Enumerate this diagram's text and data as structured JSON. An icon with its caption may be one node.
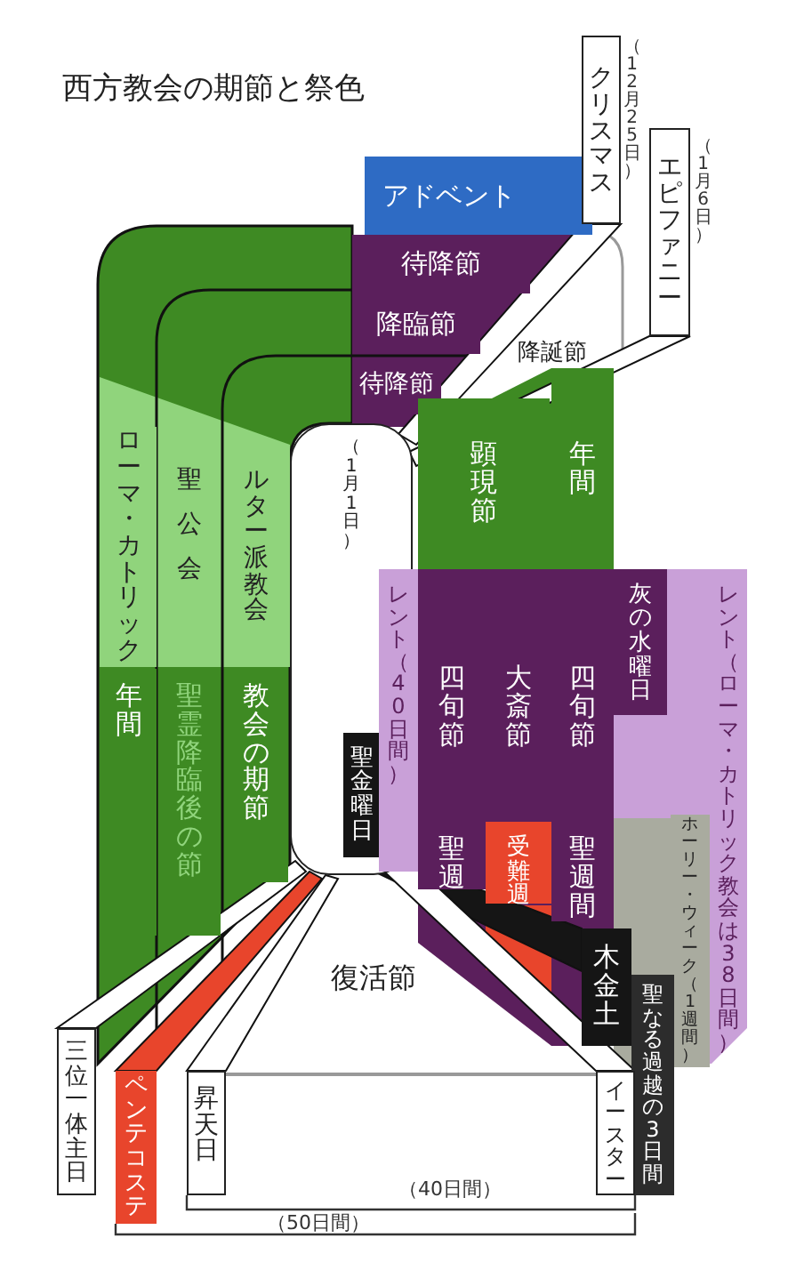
{
  "diagram": {
    "title": "西方教会の期節と祭色",
    "nodes": [
      {
        "text": [
          "アドベント"
        ]
      },
      {
        "text": [
          "待降節"
        ]
      },
      {
        "text": [
          "降臨節"
        ]
      },
      {
        "text": [
          "待降節"
        ]
      },
      {
        "text": [
          "クリスマス"
        ],
        "beside": [
          "（12月25日）"
        ]
      },
      {
        "text": [
          "エピファニー"
        ],
        "beside": [
          "（1月6日）"
        ]
      },
      {
        "text": [
          "（1月1日）"
        ]
      },
      {
        "text": [
          "ローマ・カトリック"
        ]
      },
      {
        "text": [
          "聖公会"
        ]
      },
      {
        "text": [
          "ルター派教会"
        ]
      },
      {
        "text": [
          "年間"
        ]
      },
      {
        "text": [
          "聖霊降臨後の節"
        ]
      },
      {
        "text": [
          "教会の期節"
        ]
      },
      {
        "text": [
          "顕現節"
        ]
      },
      {
        "text": [
          "年間"
        ]
      },
      {
        "text": [
          "レント（40日間）"
        ]
      },
      {
        "text": [
          "四旬節"
        ]
      },
      {
        "text": [
          "大斎節"
        ]
      },
      {
        "text": [
          "四旬節"
        ]
      },
      {
        "text": [
          "灰の水曜日"
        ]
      },
      {
        "text": [
          "レント（ローマ・カトリック教会は38日間）"
        ]
      },
      {
        "text": [
          "聖金曜日"
        ],
        "in": 6
      },
      {
        "text": [
          "聖週"
        ]
      },
      {
        "text": [
          "受難週"
        ]
      },
      {
        "text": [
          "聖週間"
        ]
      },
      {
        "text": [
          "ホーリー・ウィーク（1週間）"
        ]
      },
      {
        "text": [
          "木金土"
        ]
      },
      {
        "text": [
          "聖なる過越の3日間"
        ]
      },
      {
        "text": [
          "復活節"
        ]
      },
      {
        "text": [
          "三位一体主日"
        ]
      },
      {
        "text": [
          "ペンテコステ"
        ]
      },
      {
        "text": [
          "昇天日"
        ]
      },
      {
        "text": [
          "イースター"
        ]
      }
    ],
    "edges": [
      {
        "from": 6,
        "to": 4,
        "arrow": "none"
      },
      {
        "from": 6,
        "to": 5,
        "arrow": "none"
      },
      {
        "from": 21,
        "to": 26,
        "arrow": "none",
        "color": "#151515"
      },
      {
        "from": 6,
        "to": 32,
        "arrow": "none"
      },
      {
        "from": 6,
        "to": 29,
        "arrow": "none"
      },
      {
        "from": 6,
        "to": 30,
        "arrow": "none",
        "color": "#e8452c"
      },
      {
        "from": 6,
        "to": 31,
        "arrow": "none"
      }
    ],
    "labels": [
      "降誕節",
      "（40日間）",
      "（50日間）"
    ]
  }
}
